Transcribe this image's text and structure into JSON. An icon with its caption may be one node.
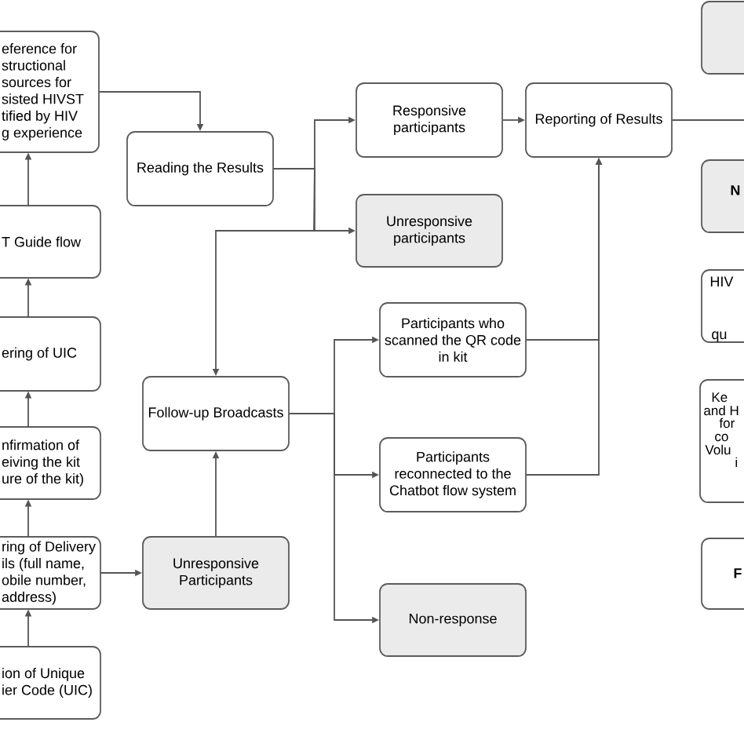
{
  "diagram": {
    "nodes": [
      {
        "text": [
          "eference for structional sources for sisted HIVST tified by HIV g experience"
        ]
      },
      {
        "text": [
          "T Guide flow"
        ]
      },
      {
        "text": [
          "ering of UIC"
        ]
      },
      {
        "text": [
          "nfirmation of eiving the kit ure of the kit)"
        ]
      },
      {
        "text": [
          "ring of Delivery ils (full name, obile number, address)"
        ]
      },
      {
        "text": [
          "ion of Unique ier Code (UIC)"
        ]
      },
      {
        "text": [
          "Reading the Results"
        ]
      },
      {
        "text": [
          "Follow-up Broadcasts"
        ]
      },
      {
        "text": [
          "Unresponsive Participants"
        ]
      },
      {
        "text": [
          "Responsive participants"
        ]
      },
      {
        "text": [
          "Unresponsive participants"
        ]
      },
      {
        "text": [
          "Participants who scanned the QR code in kit"
        ]
      },
      {
        "text": [
          "Participants reconnected to the Chatbot flow system"
        ]
      },
      {
        "text": [
          "Non-response"
        ]
      },
      {
        "text": [
          "Reporting of Results"
        ]
      },
      {
        "text": [],
        "shape": "box"
      },
      {
        "text": [
          "N"
        ]
      },
      {
        "text": [
          "HIV",
          "qu"
        ]
      },
      {
        "text": [
          "Ke",
          "and H",
          "for",
          "co",
          "Volu",
          "i"
        ]
      },
      {
        "text": [
          "F"
        ]
      }
    ],
    "edges": [
      {
        "from": 5,
        "to": 4,
        "arrow": "to"
      },
      {
        "from": 4,
        "to": 3,
        "arrow": "to"
      },
      {
        "from": 3,
        "to": 2,
        "arrow": "to"
      },
      {
        "from": 2,
        "to": 1,
        "arrow": "to"
      },
      {
        "from": 1,
        "to": 0,
        "arrow": "to"
      },
      {
        "from": 0,
        "to": 6,
        "arrow": "to"
      },
      {
        "from": 6,
        "to": 9,
        "arrow": "to"
      },
      {
        "from": 6,
        "to": 10,
        "arrow": "to"
      },
      {
        "from": 6,
        "to": 7,
        "arrow": "to"
      },
      {
        "from": 4,
        "to": 8,
        "arrow": "to"
      },
      {
        "from": 8,
        "to": 7,
        "arrow": "to"
      },
      {
        "from": 7,
        "to": 11,
        "arrow": "to"
      },
      {
        "from": 7,
        "to": 12,
        "arrow": "to"
      },
      {
        "from": 7,
        "to": 13,
        "arrow": "to"
      },
      {
        "from": 9,
        "to": 14,
        "arrow": "to"
      },
      {
        "from": 11,
        "to": 14,
        "arrow": "to"
      },
      {
        "from": 12,
        "to": 14,
        "arrow": "to"
      },
      {
        "from": 14,
        "to": null,
        "arrow": "none"
      }
    ]
  }
}
